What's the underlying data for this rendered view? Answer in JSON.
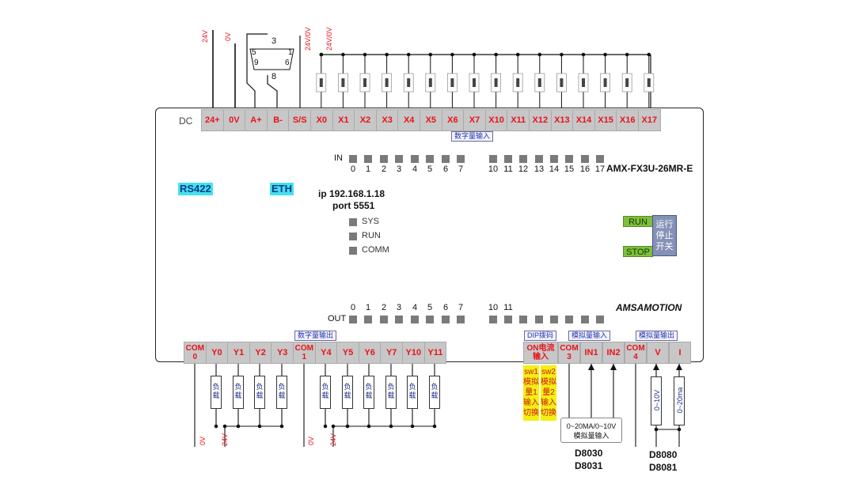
{
  "top_wire_labels": {
    "v24": "24V",
    "v0": "0V",
    "v24_0v_a": "24V/0V",
    "v24_0v_b": "24V/0V"
  },
  "db9": {
    "pin3": "3",
    "pin8": "8",
    "row1": "5",
    "row1_end": "1",
    "row2": "9",
    "row2_end": "6"
  },
  "top_terminals": [
    "DC",
    "24+",
    "0V",
    "A+",
    "B-",
    "S/S",
    "X0",
    "X1",
    "X2",
    "X3",
    "X4",
    "X5",
    "X6",
    "X7",
    "X10",
    "X11",
    "X12",
    "X13",
    "X14",
    "X15",
    "X16",
    "X17"
  ],
  "digital_input_label": "数字量输入",
  "in_label": "IN",
  "in_numbers": [
    "0",
    "1",
    "2",
    "3",
    "4",
    "5",
    "6",
    "7",
    "10",
    "11",
    "12",
    "13",
    "14",
    "15",
    "16",
    "17"
  ],
  "model": "AMX-FX3U-26MR-E",
  "rs422": "RS422",
  "eth": "ETH",
  "ip": "ip 192.168.1.18",
  "port": "port 5551",
  "status_leds": [
    "SYS",
    "RUN",
    "COMM"
  ],
  "run_label": "RUN",
  "stop_label": "STOP",
  "runstop_switch": "运行\n停止\n开关",
  "brand": "AMSAMOTION",
  "out_label": "OUT",
  "out_numbers": [
    "0",
    "1",
    "2",
    "3",
    "4",
    "5",
    "6",
    "7",
    "10",
    "11"
  ],
  "digital_output_label": "数字量输出",
  "dip_label": "DIP拨码",
  "analog_input_label": "模拟量输入",
  "analog_output_label": "模拟量输出",
  "bottom_terminals": [
    "COM\n0",
    "Y0",
    "Y1",
    "Y2",
    "Y3",
    "COM\n1",
    "Y4",
    "Y5",
    "Y6",
    "Y7",
    "Y10",
    "Y11"
  ],
  "bottom_right_terminals": [
    "ON电流\n输入",
    "COM\n3",
    "IN1",
    "IN2",
    "COM\n4",
    "V",
    "I"
  ],
  "load_text": "负\n载",
  "bottom_wire_labels": {
    "a0v": "0V",
    "a24v": "24V",
    "b0v": "0V",
    "b24v": "24V"
  },
  "sw1": "sw1\n模拟\n量1\n输入\n切换",
  "sw2": "sw2\n模拟\n量2\n输入\n切换",
  "analog_in_box": "0~20MA/0~10V\n模拟量输入",
  "d8030": "D8030",
  "d8031": "D8031",
  "out_v": "0~10V",
  "out_i": "0~20ma",
  "d8080": "D8080",
  "d8081": "D8081"
}
